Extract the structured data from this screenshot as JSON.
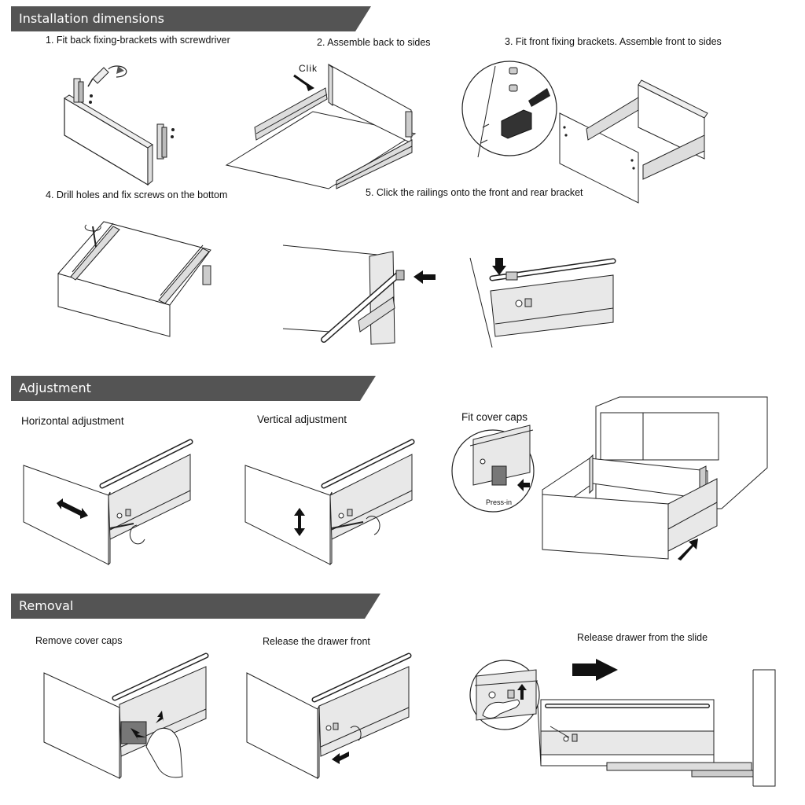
{
  "sections": {
    "installation": "Installation dimensions",
    "adjustment": "Adjustment",
    "removal": "Removal"
  },
  "install_steps": {
    "s1": "1. Fit back fixing-brackets with screwdriver",
    "s2": "2. Assemble back to sides",
    "s3": "3. Fit front fixing brackets. Assemble front to sides",
    "s4": "4. Drill holes and fix screws on the bottom",
    "s5": "5. Click the railings onto the front and rear bracket"
  },
  "labels": {
    "clik": "Clik",
    "press_in": "Press-in"
  },
  "adjustment_steps": {
    "horizontal": "Horizontal adjustment",
    "vertical": "Vertical adjustment",
    "cover_caps": "Fit cover caps"
  },
  "removal_steps": {
    "remove_caps": "Remove cover caps",
    "release_front": "Release the drawer front",
    "release_slide": "Release drawer from the slide"
  },
  "colors": {
    "band": "#545454",
    "line": "#222222",
    "panel_shade": "#e6e6e6",
    "rail_shade": "#d9d9d9",
    "arrow": "#1a1a1a"
  }
}
